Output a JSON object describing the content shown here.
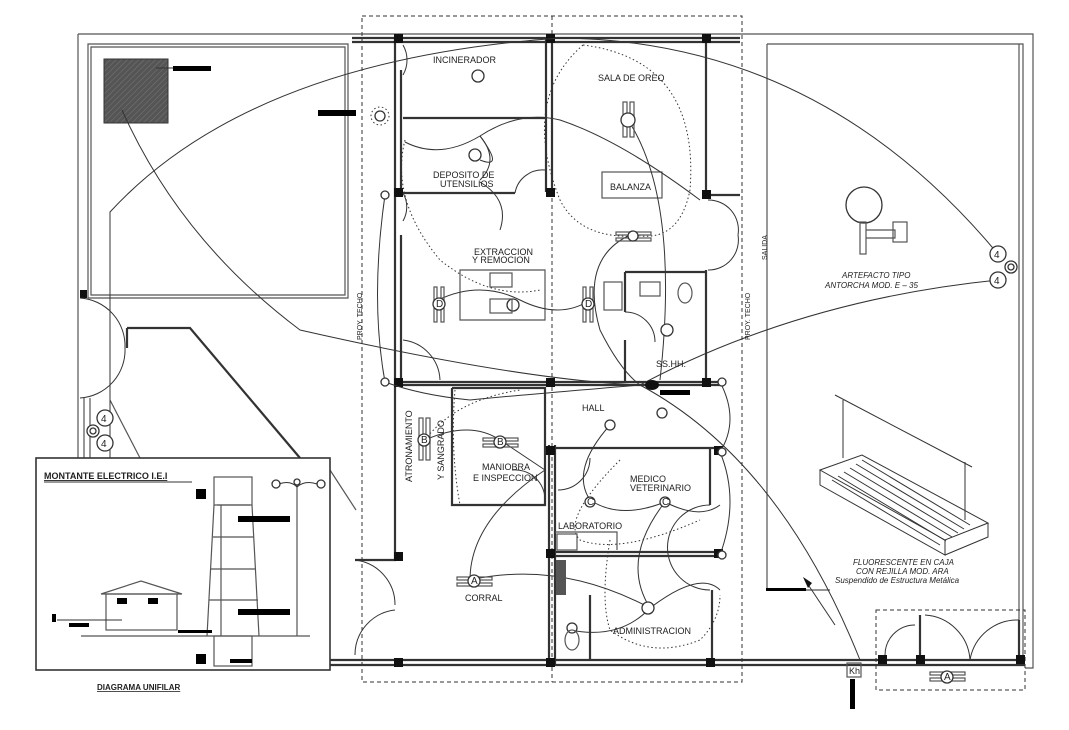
{
  "drawing": {
    "title": "Plano de Instalaciones Eléctricas",
    "rooms": [
      {
        "id": "incinerador",
        "label": "INCINERADOR"
      },
      {
        "id": "sala-oreo",
        "label": "SALA DE OREO"
      },
      {
        "id": "deposito-1",
        "label": "DEPOSITO DE"
      },
      {
        "id": "deposito-2",
        "label": "UTENSILIOS"
      },
      {
        "id": "balanza",
        "label": "BALANZA"
      },
      {
        "id": "extraccion-1",
        "label": "EXTRACCION"
      },
      {
        "id": "extraccion-2",
        "label": "Y REMOCION"
      },
      {
        "id": "sshh",
        "label": "SS.HH."
      },
      {
        "id": "hall",
        "label": "HALL"
      },
      {
        "id": "atronamiento",
        "label": "ATRONAMIENTO"
      },
      {
        "id": "sangrado",
        "label": "Y SANGRADO"
      },
      {
        "id": "maniobra-1",
        "label": "MANIOBRA"
      },
      {
        "id": "maniobra-2",
        "label": "E INSPECCION"
      },
      {
        "id": "medico-1",
        "label": "MEDICO"
      },
      {
        "id": "medico-2",
        "label": "VETERINARIO"
      },
      {
        "id": "laboratorio",
        "label": "LABORATORIO"
      },
      {
        "id": "corral",
        "label": "CORRAL"
      },
      {
        "id": "administracion",
        "label": "ADMINISTRACION"
      }
    ],
    "annotations": {
      "proy_techo": "PROY. TECHO",
      "salida": "SALIDA",
      "kh": "Kh"
    },
    "fixture_symbols": {
      "reflector": "4",
      "luminaire_a": "A",
      "luminaire_b": "B",
      "luminaire_c": "C",
      "luminaire_d": "D"
    },
    "artefacto_antorcha": {
      "line1": "ARTEFACTO TIPO",
      "line2": "ANTORCHA MOD. E – 35"
    },
    "fluorescente": {
      "line1": "FLUORESCENTE EN CAJA",
      "line2": "CON REJILLA MOD. ARA",
      "line3": "Suspendido de Estructura Metálica"
    },
    "montante": {
      "title": "MONTANTE ELECTRICO I.E.I",
      "caption": "DIAGRAMA UNIFILAR"
    }
  }
}
